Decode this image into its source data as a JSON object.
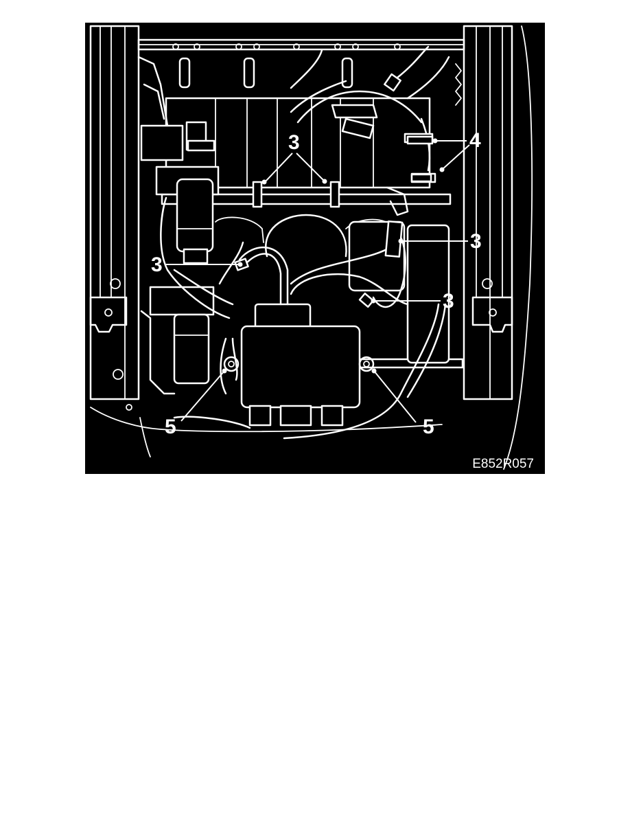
{
  "figure": {
    "id_label": "E852R057",
    "background": "#000000",
    "line_color": "#ffffff",
    "callouts": {
      "c3_top": "3",
      "c3_right_upper": "3",
      "c3_left": "3",
      "c3_right_lower": "3",
      "c4": "4",
      "c5_left": "5",
      "c5_right": "5"
    }
  }
}
